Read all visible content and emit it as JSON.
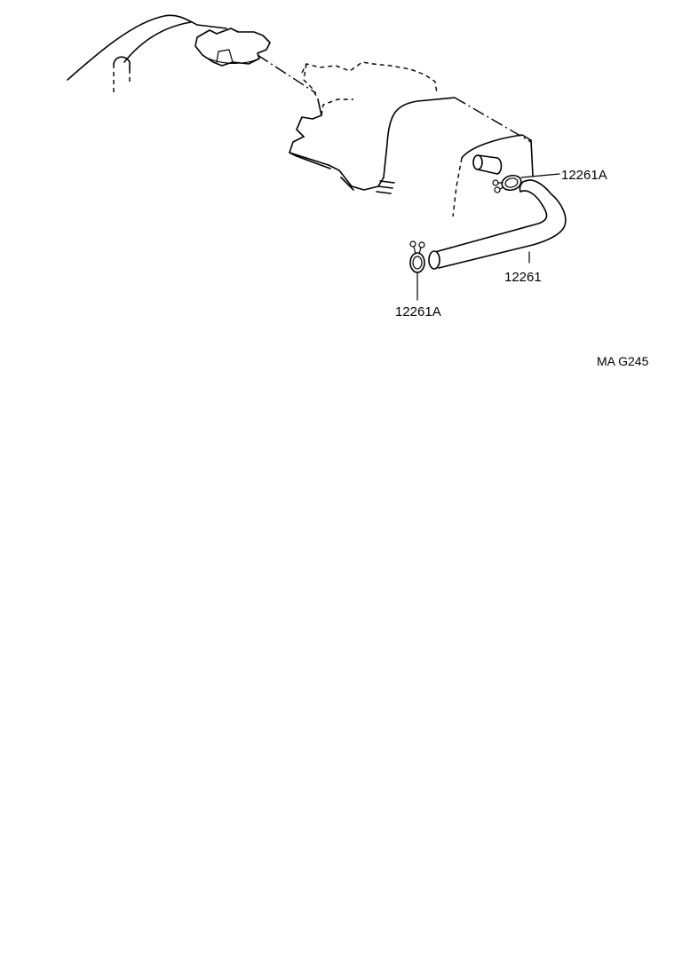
{
  "diagram": {
    "part_labels": {
      "clamp_upper": "12261A",
      "hose": "12261",
      "clamp_lower": "12261A"
    },
    "figure_code": "MA G245"
  }
}
